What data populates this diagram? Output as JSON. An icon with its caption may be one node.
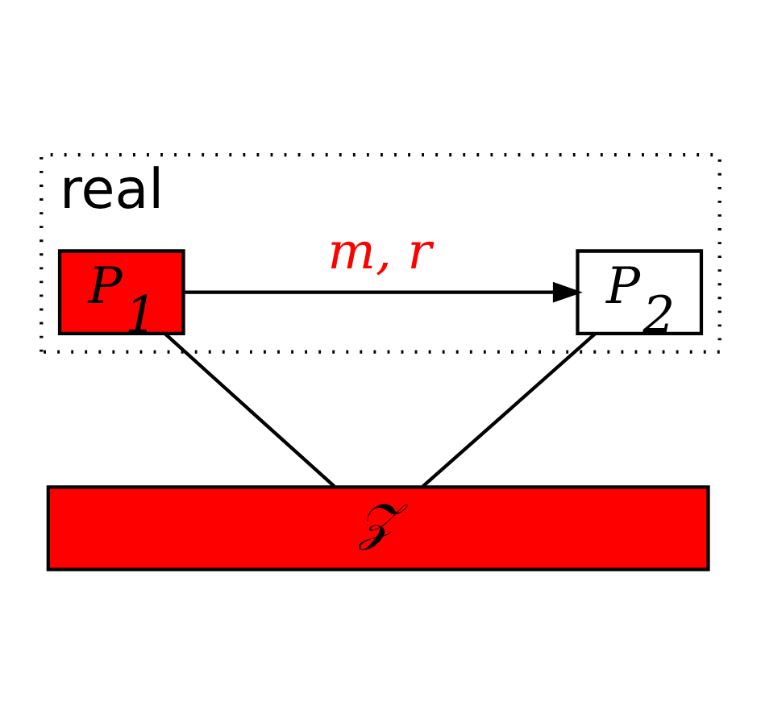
{
  "diagram": {
    "nodes": [
      {
        "text": [
          "real"
        ]
      },
      {
        "text": [
          "P$_{1}$"
        ],
        "in": 0
      },
      {
        "text": [
          "P$_{2}$"
        ],
        "in": 0
      },
      {
        "text": [
          "𝒵"
        ]
      }
    ],
    "edges": [
      {
        "from": 1,
        "to": 2,
        "arrow": "to",
        "label": "m, r"
      },
      {
        "from": 1,
        "to": 3,
        "arrow": "none"
      },
      {
        "from": 2,
        "to": 3,
        "arrow": "none"
      }
    ]
  }
}
